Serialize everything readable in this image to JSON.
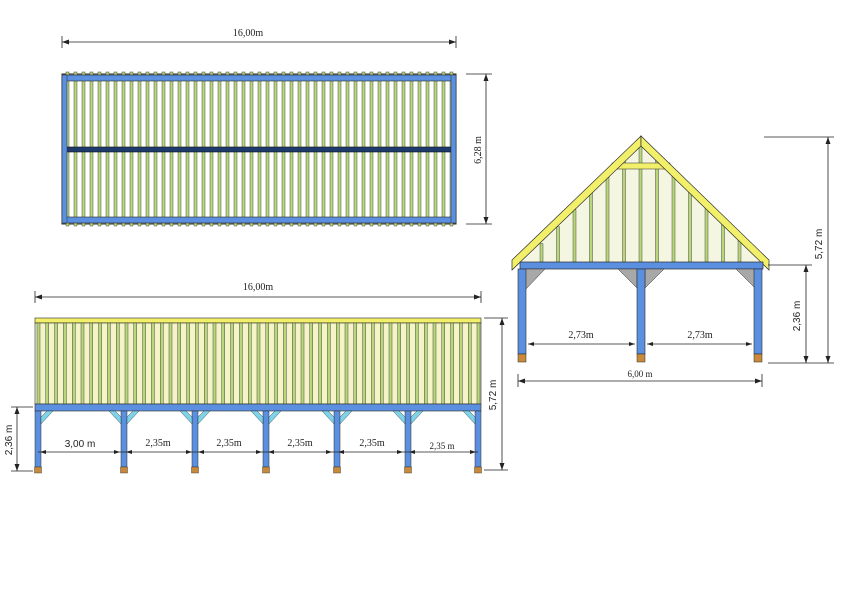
{
  "labels": {
    "top_length": "16,00m",
    "top_depth": "6,28 m",
    "side_length": "16,00m",
    "side_height": "5,72 m",
    "side_post_height": "2,36 m",
    "side_bay_1": "3,00 m",
    "side_bay_2": "2,35m",
    "side_bay_3": "2,35m",
    "side_bay_4": "2,35m",
    "side_bay_5": "2,35m",
    "side_bay_6": "2,35 m",
    "front_bay_left": "2,73m",
    "front_bay_right": "2,73m",
    "front_width": "6,00 m",
    "front_post_height": "2,36 m",
    "front_height": "5,72 m"
  },
  "colors": {
    "roof_yellow": "#f2f06a",
    "stud_green": "#b7d77a",
    "post_blue": "#5b8fe0",
    "brace_cyan": "#7fd3e8",
    "foot_brown": "#c88a3a",
    "bracket_grey": "#a8a8a8",
    "outline": "#2a2a2a"
  }
}
